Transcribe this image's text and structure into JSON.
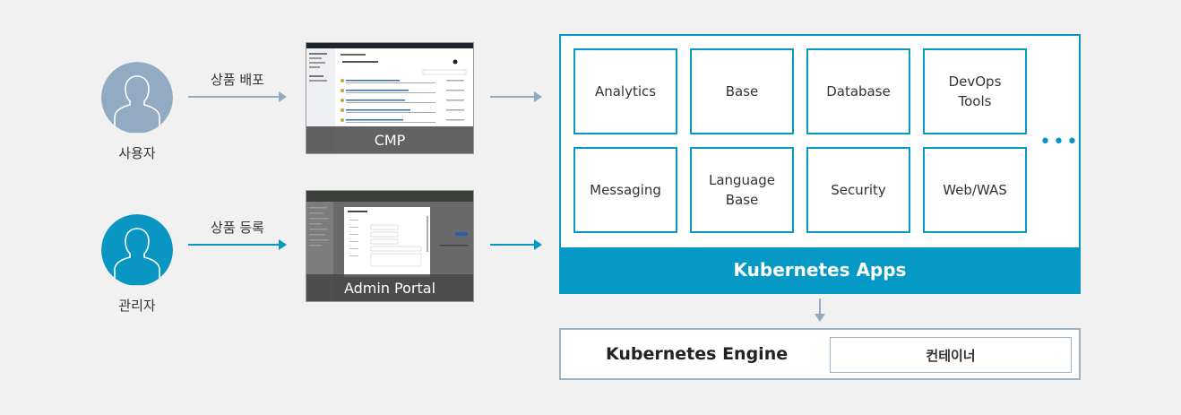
{
  "users": {
    "user": {
      "label": "사용자",
      "color": "#93abc2"
    },
    "admin": {
      "label": "관리자",
      "color": "#0a96c2"
    }
  },
  "flows": {
    "deploy_label": "상품 배포",
    "register_label": "상품 등록"
  },
  "thumbnails": {
    "cmp_caption": "CMP",
    "admin_caption": "Admin Portal"
  },
  "apps": {
    "items": [
      "Analytics",
      "Base",
      "Database",
      "DevOps\nTools",
      "Messaging",
      "Language\nBase",
      "Security",
      "Web/WAS"
    ],
    "more": "•••",
    "title": "Kubernetes Apps"
  },
  "engine": {
    "title": "Kubernetes Engine",
    "container_label": "컨테이너"
  },
  "colors": {
    "accent": "#0699c6",
    "muted_arrow": "#93abc2",
    "background": "#f1f1f1"
  }
}
